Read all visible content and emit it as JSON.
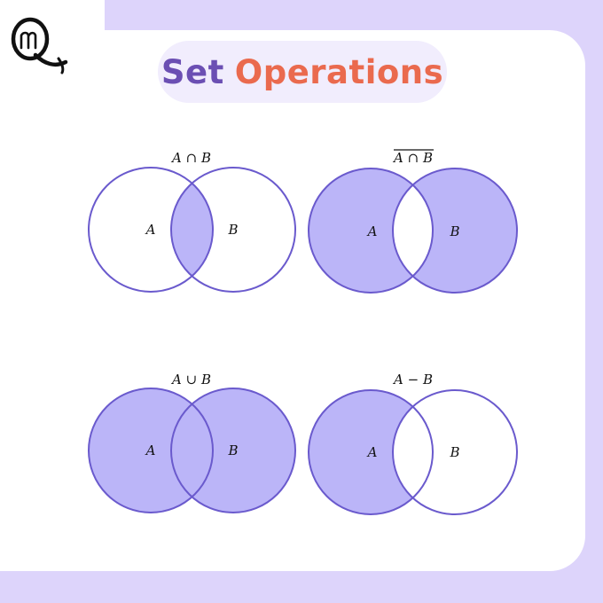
{
  "brand": {
    "logo_icon": "qm-monogram-logo"
  },
  "title": {
    "word1": "Set",
    "word2": "Operations",
    "word1_color": "#6b4fb3",
    "word2_color": "#ea6a4e"
  },
  "colors": {
    "fill": "#bbb5f8",
    "stroke": "#6a5acd",
    "background": "#ddd4fb"
  },
  "diagrams": [
    {
      "operation": "A ∩ B",
      "overlined": false,
      "set_a": "A",
      "set_b": "B",
      "shaded_regions": [
        "intersection"
      ]
    },
    {
      "operation": "A ∩ B",
      "overlined": true,
      "set_a": "A",
      "set_b": "B",
      "shaded_regions": [
        "a_only",
        "b_only"
      ]
    },
    {
      "operation": "A ∪ B",
      "overlined": false,
      "set_a": "A",
      "set_b": "B",
      "shaded_regions": [
        "a_only",
        "intersection",
        "b_only"
      ]
    },
    {
      "operation": "A − B",
      "overlined": false,
      "set_a": "A",
      "set_b": "B",
      "shaded_regions": [
        "a_only"
      ]
    }
  ]
}
